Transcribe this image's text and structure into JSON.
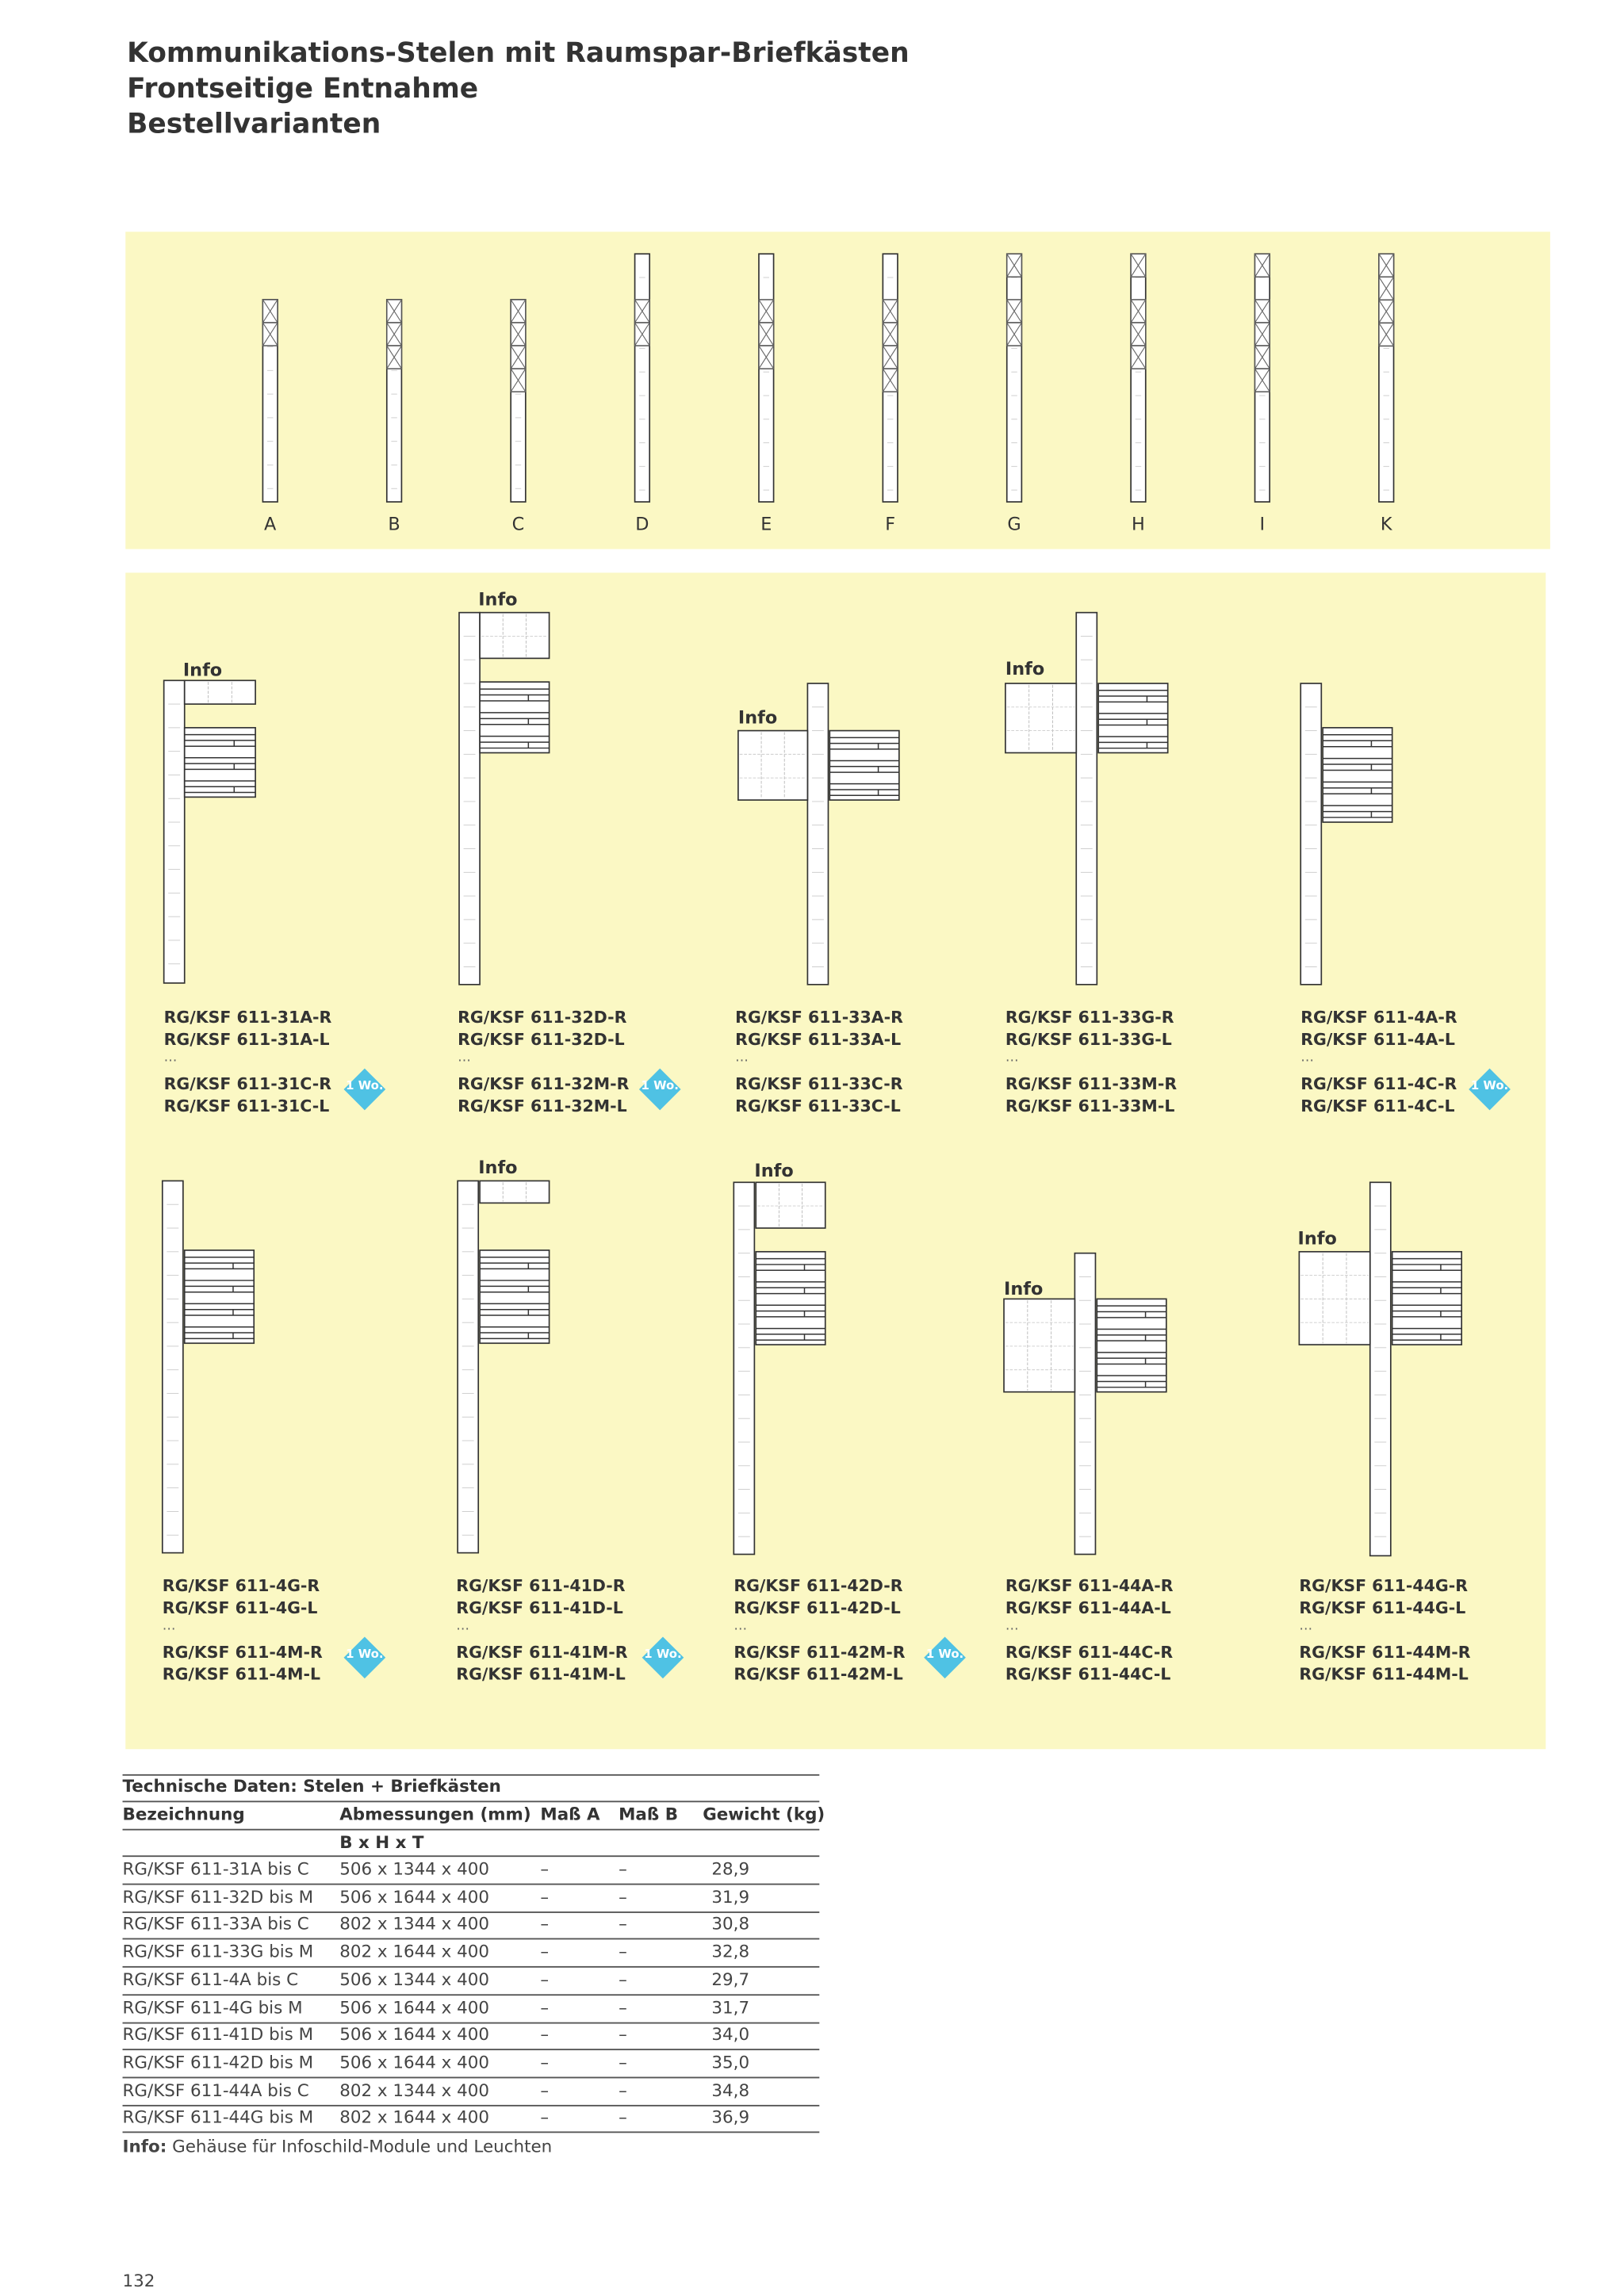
{
  "header": {
    "title_line1": "Kommunikations-Stelen mit Raumspar-Briefkästen",
    "title_line2": "Frontseitige Entnahme",
    "title_line3": "Bestellvarianten"
  },
  "variants": [
    "A",
    "B",
    "C",
    "D",
    "E",
    "F",
    "G",
    "H",
    "I",
    "K"
  ],
  "info_label": "Info",
  "badge_text": "1 Wo.",
  "products": [
    {
      "lines": [
        "RG/KSF 611-31A-R",
        "RG/KSF 611-31A-L",
        "…",
        "RG/KSF 611-31C-R",
        "RG/KSF 611-31C-L"
      ],
      "badge": true
    },
    {
      "lines": [
        "RG/KSF 611-32D-R",
        "RG/KSF 611-32D-L",
        "…",
        "RG/KSF 611-32M-R",
        "RG/KSF 611-32M-L"
      ],
      "badge": true
    },
    {
      "lines": [
        "RG/KSF 611-33A-R",
        "RG/KSF 611-33A-L",
        "…",
        "RG/KSF 611-33C-R",
        "RG/KSF 611-33C-L"
      ],
      "badge": false
    },
    {
      "lines": [
        "RG/KSF 611-33G-R",
        "RG/KSF 611-33G-L",
        "…",
        "RG/KSF 611-33M-R",
        "RG/KSF 611-33M-L"
      ],
      "badge": false
    },
    {
      "lines": [
        "RG/KSF 611-4A-R",
        "RG/KSF 611-4A-L",
        "…",
        "RG/KSF 611-4C-R",
        "RG/KSF 611-4C-L"
      ],
      "badge": true
    },
    {
      "lines": [
        "RG/KSF 611-4G-R",
        "RG/KSF 611-4G-L",
        "…",
        "RG/KSF 611-4M-R",
        "RG/KSF 611-4M-L"
      ],
      "badge": true
    },
    {
      "lines": [
        "RG/KSF 611-41D-R",
        "RG/KSF 611-41D-L",
        "…",
        "RG/KSF 611-41M-R",
        "RG/KSF 611-41M-L"
      ],
      "badge": true
    },
    {
      "lines": [
        "RG/KSF 611-42D-R",
        "RG/KSF 611-42D-L",
        "…",
        "RG/KSF 611-42M-R",
        "RG/KSF 611-42M-L"
      ],
      "badge": true
    },
    {
      "lines": [
        "RG/KSF 611-44A-R",
        "RG/KSF 611-44A-L",
        "…",
        "RG/KSF 611-44C-R",
        "RG/KSF 611-44C-L"
      ],
      "badge": false
    },
    {
      "lines": [
        "RG/KSF 611-44G-R",
        "RG/KSF 611-44G-L",
        "…",
        "RG/KSF 611-44M-R",
        "RG/KSF 611-44M-L"
      ],
      "badge": false
    }
  ],
  "table": {
    "title": "Technische Daten: Stelen + Briefkästen",
    "headers": [
      "Bezeichnung",
      "Abmessungen (mm)",
      "Maß A",
      "Maß B",
      "Gewicht (kg)"
    ],
    "subheader": "B x H x T",
    "rows": [
      [
        "RG/KSF 611-31A bis C",
        "506 x 1344 x 400",
        "–",
        "–",
        "28,9"
      ],
      [
        "RG/KSF 611-32D bis M",
        "506 x 1644 x 400",
        "–",
        "–",
        "31,9"
      ],
      [
        "RG/KSF 611-33A bis C",
        "802 x 1344 x 400",
        "–",
        "–",
        "30,8"
      ],
      [
        "RG/KSF 611-33G bis M",
        "802 x 1644 x 400",
        "–",
        "–",
        "32,8"
      ],
      [
        "RG/KSF 611-4A bis C",
        "506 x 1344 x 400",
        "–",
        "–",
        "29,7"
      ],
      [
        "RG/KSF 611-4G bis M",
        "506 x 1644 x 400",
        "–",
        "–",
        "31,7"
      ],
      [
        "RG/KSF 611-41D bis M",
        "506 x 1644 x 400",
        "–",
        "–",
        "34,0"
      ],
      [
        "RG/KSF 611-42D bis M",
        "506 x 1644 x 400",
        "–",
        "–",
        "35,0"
      ],
      [
        "RG/KSF 611-44A bis C",
        "802 x 1344 x 400",
        "–",
        "–",
        "34,8"
      ],
      [
        "RG/KSF 611-44G bis M",
        "802 x 1644 x 400",
        "–",
        "–",
        "36,9"
      ]
    ],
    "footnote_label": "Info:",
    "footnote_text": " Gehäuse für Infoschild-Module und Leuchten"
  },
  "page_number": "132",
  "colors": {
    "panel": "#fbf8c4",
    "badge": "#4fc2e4",
    "text": "#333333"
  }
}
